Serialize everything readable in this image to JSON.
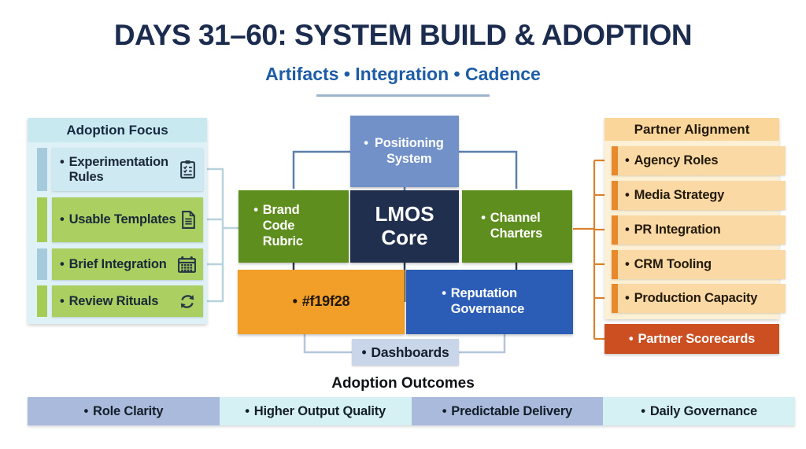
{
  "ui": {
    "bullet": "•"
  },
  "header": {
    "title": "DAYS 31–60: SYSTEM BUILD & ADOPTION",
    "subtitle": "Artifacts • Integration • Cadence"
  },
  "left_panel": {
    "title": "Adoption Focus",
    "items": [
      {
        "label": "Experimentation Rules",
        "icon": "checklist-clipboard-icon"
      },
      {
        "label": "Usable Templates",
        "icon": "document-icon"
      },
      {
        "label": "Brief Integration",
        "icon": "calendar-icon"
      },
      {
        "label": "Review Rituals",
        "icon": "sync-arrows-icon"
      }
    ]
  },
  "center": {
    "positioning_box": "Positioning System",
    "core_box": "LMOS Core",
    "brand_box": "Brand Code Rubric",
    "channel_box": "Channel Charters",
    "orange_box": "#f19f28",
    "reputation_box": "Reputation Governance",
    "dashboards_box": "Dashboards"
  },
  "right_panel": {
    "title": "Partner Alignment",
    "items": [
      {
        "label": "Agency Roles"
      },
      {
        "label": "Media Strategy"
      },
      {
        "label": "PR Integration"
      },
      {
        "label": "CRM Tooling"
      },
      {
        "label": "Production Capacity"
      }
    ],
    "footer_item": "Partner Scorecards"
  },
  "outcomes": {
    "title": "Adoption Outcomes",
    "items": [
      "Role Clarity",
      "Higher Output Quality",
      "Predictable Delivery",
      "Daily Governance"
    ]
  },
  "colors": {
    "title_navy": "#1c2c4e",
    "subtitle_blue": "#1e5ca6",
    "left_panel_bg": "#def1f6",
    "left_header_bg": "#c9e9f1",
    "left_item_blue": "#cfe9f2",
    "left_item_green": "#abd061",
    "left_tab_blue": "#a4cadb",
    "left_tab_green": "#a5cc55",
    "center_green": "#5e8e1e",
    "positioning_blue": "#7191c8",
    "core_navy": "#1f2f4d",
    "orange": "#f19f28",
    "reputation_blue": "#2c5db6",
    "dashboards_bg": "#c9d6ea",
    "right_panel_bg": "#fdf0d5",
    "right_header_bg": "#fbd69a",
    "right_item_bg": "#fbd9a4",
    "right_tab_orange": "#e8892b",
    "scorecards_red": "#cc4f22",
    "outcome_periwinkle": "#a9badd",
    "outcome_cyan": "#d6f1f3",
    "connector_blue": "#5d7fae",
    "connector_light_blue": "#b9d3dc",
    "connector_orange": "#d9822b"
  }
}
